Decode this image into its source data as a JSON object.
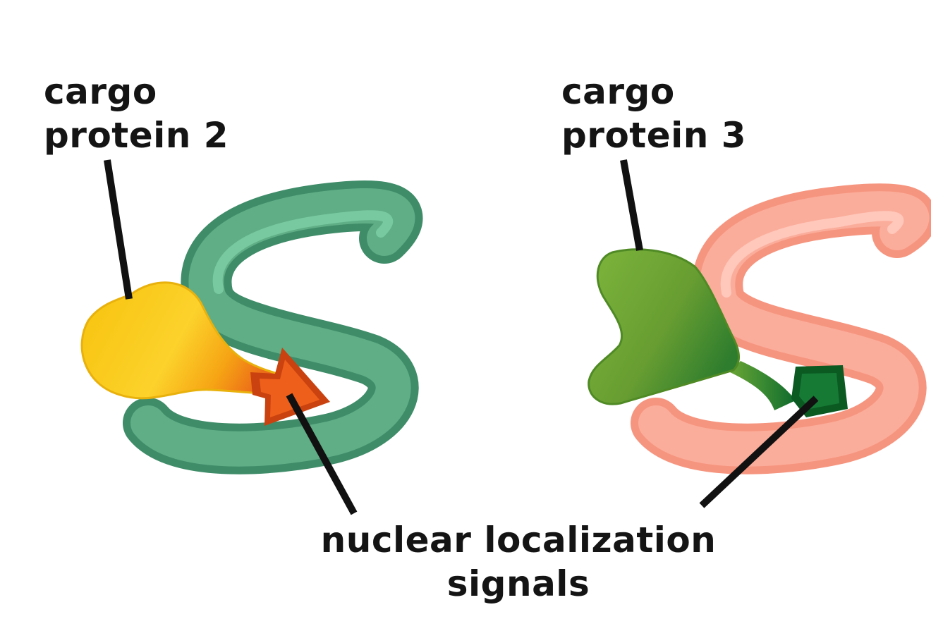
{
  "labels": {
    "cargo_protein_2": {
      "line1": "cargo",
      "line2": "protein 2"
    },
    "cargo_protein_3": {
      "line1": "cargo",
      "line2": "protein 3"
    },
    "nls": {
      "line1": "nuclear localization",
      "line2": "signals"
    }
  },
  "colors": {
    "receptor_left": "#4f9a76",
    "receptor_left_highlight": "#6dc196",
    "receptor_right": "#f59a86",
    "receptor_right_highlight": "#ffc2b4",
    "cargo_2": "#f5c30e",
    "cargo_3": "#6a9e32",
    "nls_left": "#e8561a",
    "nls_right": "#0f6d2c",
    "leader_line": "#111111"
  }
}
